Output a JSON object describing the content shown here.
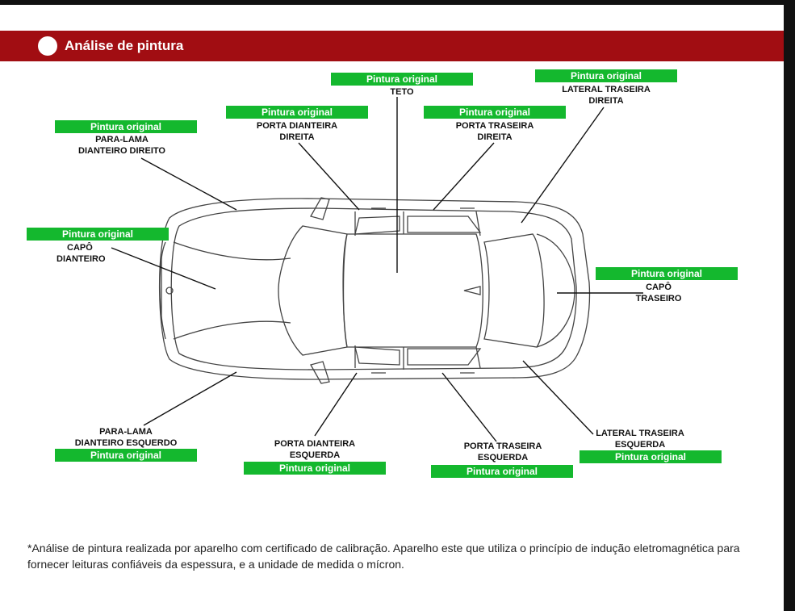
{
  "header": {
    "title": "Análise de pintura"
  },
  "status_label": "Pintura original",
  "parts": [
    {
      "id": "teto",
      "lines": [
        "TETO"
      ],
      "status": "Pintura original"
    },
    {
      "id": "lateral-traseira-direita",
      "lines": [
        "LATERAL TRASEIRA",
        "DIREITA"
      ],
      "status": "Pintura original"
    },
    {
      "id": "porta-dianteira-direita",
      "lines": [
        "PORTA DIANTEIRA",
        "DIREITA"
      ],
      "status": "Pintura original"
    },
    {
      "id": "porta-traseira-direita",
      "lines": [
        "PORTA TRASEIRA",
        "DIREITA"
      ],
      "status": "Pintura original"
    },
    {
      "id": "para-lama-dianteiro-direito",
      "lines": [
        "PARA-LAMA",
        "DIANTEIRO DIREITO"
      ],
      "status": "Pintura original"
    },
    {
      "id": "capo-dianteiro",
      "lines": [
        "CAPÔ",
        "DIANTEIRO"
      ],
      "status": "Pintura original"
    },
    {
      "id": "capo-traseiro",
      "lines": [
        "CAPÔ",
        "TRASEIRO"
      ],
      "status": "Pintura original"
    },
    {
      "id": "para-lama-dianteiro-esquerdo",
      "lines": [
        "PARA-LAMA",
        "DIANTEIRO ESQUERDO"
      ],
      "status": "Pintura original"
    },
    {
      "id": "porta-dianteira-esquerda",
      "lines": [
        "PORTA DIANTEIRA",
        "ESQUERDA"
      ],
      "status": "Pintura original"
    },
    {
      "id": "porta-traseira-esquerda",
      "lines": [
        "PORTA TRASEIRA",
        "ESQUERDA"
      ],
      "status": "Pintura original"
    },
    {
      "id": "lateral-traseira-esquerda",
      "lines": [
        "LATERAL TRASEIRA",
        "ESQUERDA"
      ],
      "status": "Pintura original"
    }
  ],
  "footnote": "*Análise de pintura realizada por aparelho com certificado de calibração. Aparelho este que utiliza o princípio de indução eletromagnética para fornecer leituras confiáveis da espessura, e a unidade de medida o mícron."
}
